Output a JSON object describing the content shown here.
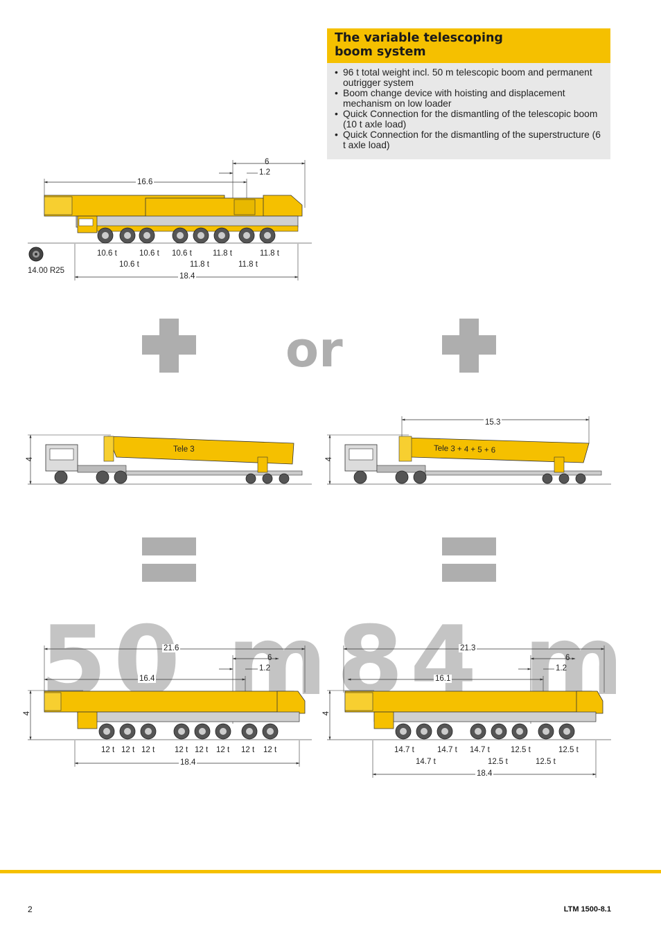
{
  "info_box": {
    "title_line1": "The variable telescoping",
    "title_line2": "boom system",
    "bullets": [
      "96 t total weight incl. 50 m telescopic boom and permanent outrigger system",
      "Boom change device with hoisting and displacement mechanism on low loader",
      "Quick Connection for the dismantling of the telescopic boom (10 t axle load)",
      "Quick Connection for the dismantling of the superstructure (6 t axle load)"
    ]
  },
  "crane_transport": {
    "dims": {
      "a": "6",
      "b": "1.2",
      "c": "16.6",
      "d": "18.4"
    },
    "tyre": "14.00 R25",
    "axle_loads_top": [
      "10.6 t",
      "10.6 t",
      "10.6 t",
      "11.8 t",
      "11.8 t"
    ],
    "axle_loads_bottom": [
      "10.6 t",
      "11.8 t",
      "11.8 t"
    ]
  },
  "symbols": {
    "plus_left": "+",
    "or": "or",
    "plus_right": "+",
    "eq_left": "=",
    "eq_right": "="
  },
  "trailer_left": {
    "height": "4",
    "boom_label": "Tele 3"
  },
  "trailer_right": {
    "height": "4",
    "length": "15.3",
    "boom_label": "Tele 3 + 4 + 5 + 6"
  },
  "config_50": {
    "big_label": "50 m",
    "dims": {
      "overall": "21.6",
      "a": "6",
      "b": "1.2",
      "c": "16.4",
      "d": "18.4",
      "height": "4"
    },
    "axle_loads": [
      "12 t",
      "12 t",
      "12 t",
      "12 t",
      "12 t",
      "12 t",
      "12 t",
      "12 t"
    ]
  },
  "config_84": {
    "big_label": "84 m",
    "dims": {
      "overall": "21.3",
      "a": "6",
      "b": "1.2",
      "c": "16.1",
      "d": "18.4",
      "height": "4"
    },
    "axle_loads_top": [
      "14.7 t",
      "14.7 t",
      "14.7 t",
      "12.5 t",
      "12.5 t"
    ],
    "axle_loads_bottom": [
      "14.7 t",
      "12.5 t",
      "12.5 t"
    ]
  },
  "footer": {
    "page": "2",
    "model": "LTM 1500-8.1"
  },
  "colors": {
    "accent": "#f5c000",
    "grey_symbol": "#aeaeae"
  }
}
